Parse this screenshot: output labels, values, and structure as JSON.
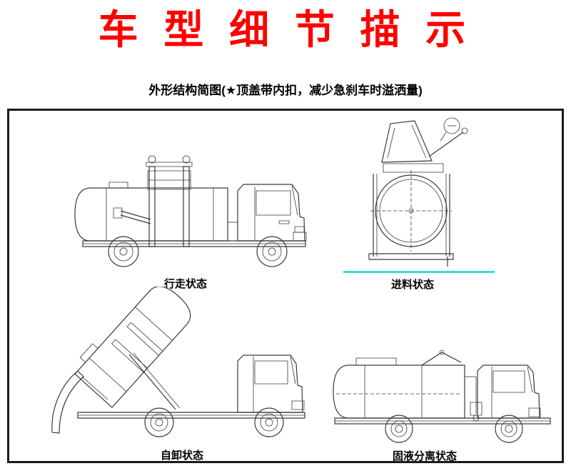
{
  "title": "车 型 细 节 描 示",
  "subtitle": "外形结构简图(★顶盖带内扣，减少急刹车时溢洒量)",
  "colors": {
    "title_red": "#fe0000",
    "line_cyan": "#3adbd6",
    "stroke": "#3a3a3a"
  },
  "panels": [
    {
      "id": "walking",
      "caption": "行走状态"
    },
    {
      "id": "feeding",
      "caption": "进料状态"
    },
    {
      "id": "dumping",
      "caption": "自卸状态"
    },
    {
      "id": "separation",
      "caption": "固液分离状态"
    }
  ]
}
